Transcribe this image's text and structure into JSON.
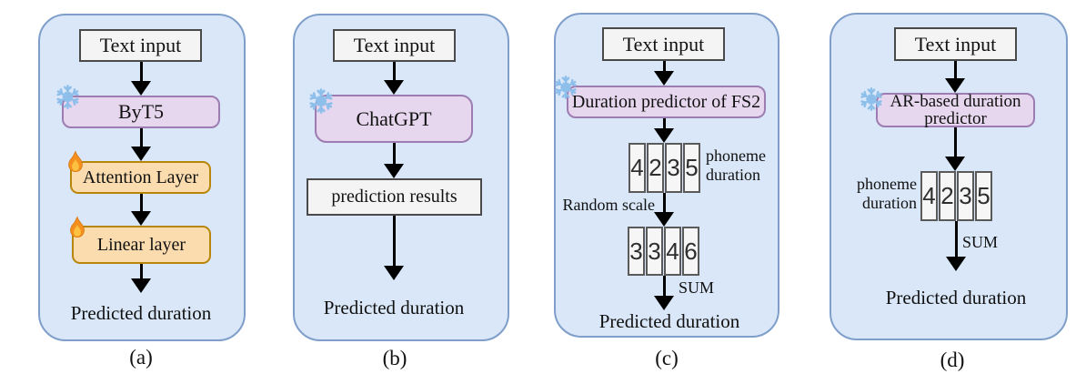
{
  "colors": {
    "panel_bg": "#d9e7f8",
    "panel_border": "#7f9fca",
    "purple_fill": "#e6d7ee",
    "purple_border": "#9d7cb2",
    "orange_fill": "#fbdcae",
    "orange_border": "#b8860b",
    "box_fill": "#f4f4f4",
    "box_border": "#4a4a4a",
    "cell_fill": "#f6f6f6",
    "cell_border": "#5a5a5a",
    "arrow": "#000000",
    "ink": "#111111",
    "snowflake_blue": "#8ebfeb",
    "flame_orange": "#f58f1d"
  },
  "icons": {
    "frozen": "snowflake",
    "trainable": "flame"
  },
  "panel_a": {
    "caption": "(a)",
    "text_input": "Text input",
    "frozen_model": "ByT5",
    "attention_layer": "Attention Layer",
    "linear_layer": "Linear layer",
    "output": "Predicted duration"
  },
  "panel_b": {
    "caption": "(b)",
    "text_input": "Text input",
    "frozen_model": "ChatGPT",
    "prediction_results": "prediction results",
    "output": "Predicted duration"
  },
  "panel_c": {
    "caption": "(c)",
    "text_input": "Text input",
    "frozen_model": "Duration predictor of FS2",
    "phoneme_durations": [
      "4",
      "2",
      "3",
      "5"
    ],
    "random_scale_label": "Random scale",
    "scaled_durations": [
      "3",
      "3",
      "4",
      "6"
    ],
    "phoneme_duration_label": [
      "phoneme",
      "duration"
    ],
    "sum_label": "SUM",
    "output": "Predicted duration"
  },
  "panel_d": {
    "caption": "(d)",
    "text_input": "Text input",
    "frozen_model_lines": [
      "AR-based duration",
      "predictor"
    ],
    "phoneme_duration_label": [
      "phoneme",
      "duration"
    ],
    "phoneme_durations": [
      "4",
      "2",
      "3",
      "5"
    ],
    "sum_label": "SUM",
    "output": "Predicted duration"
  }
}
